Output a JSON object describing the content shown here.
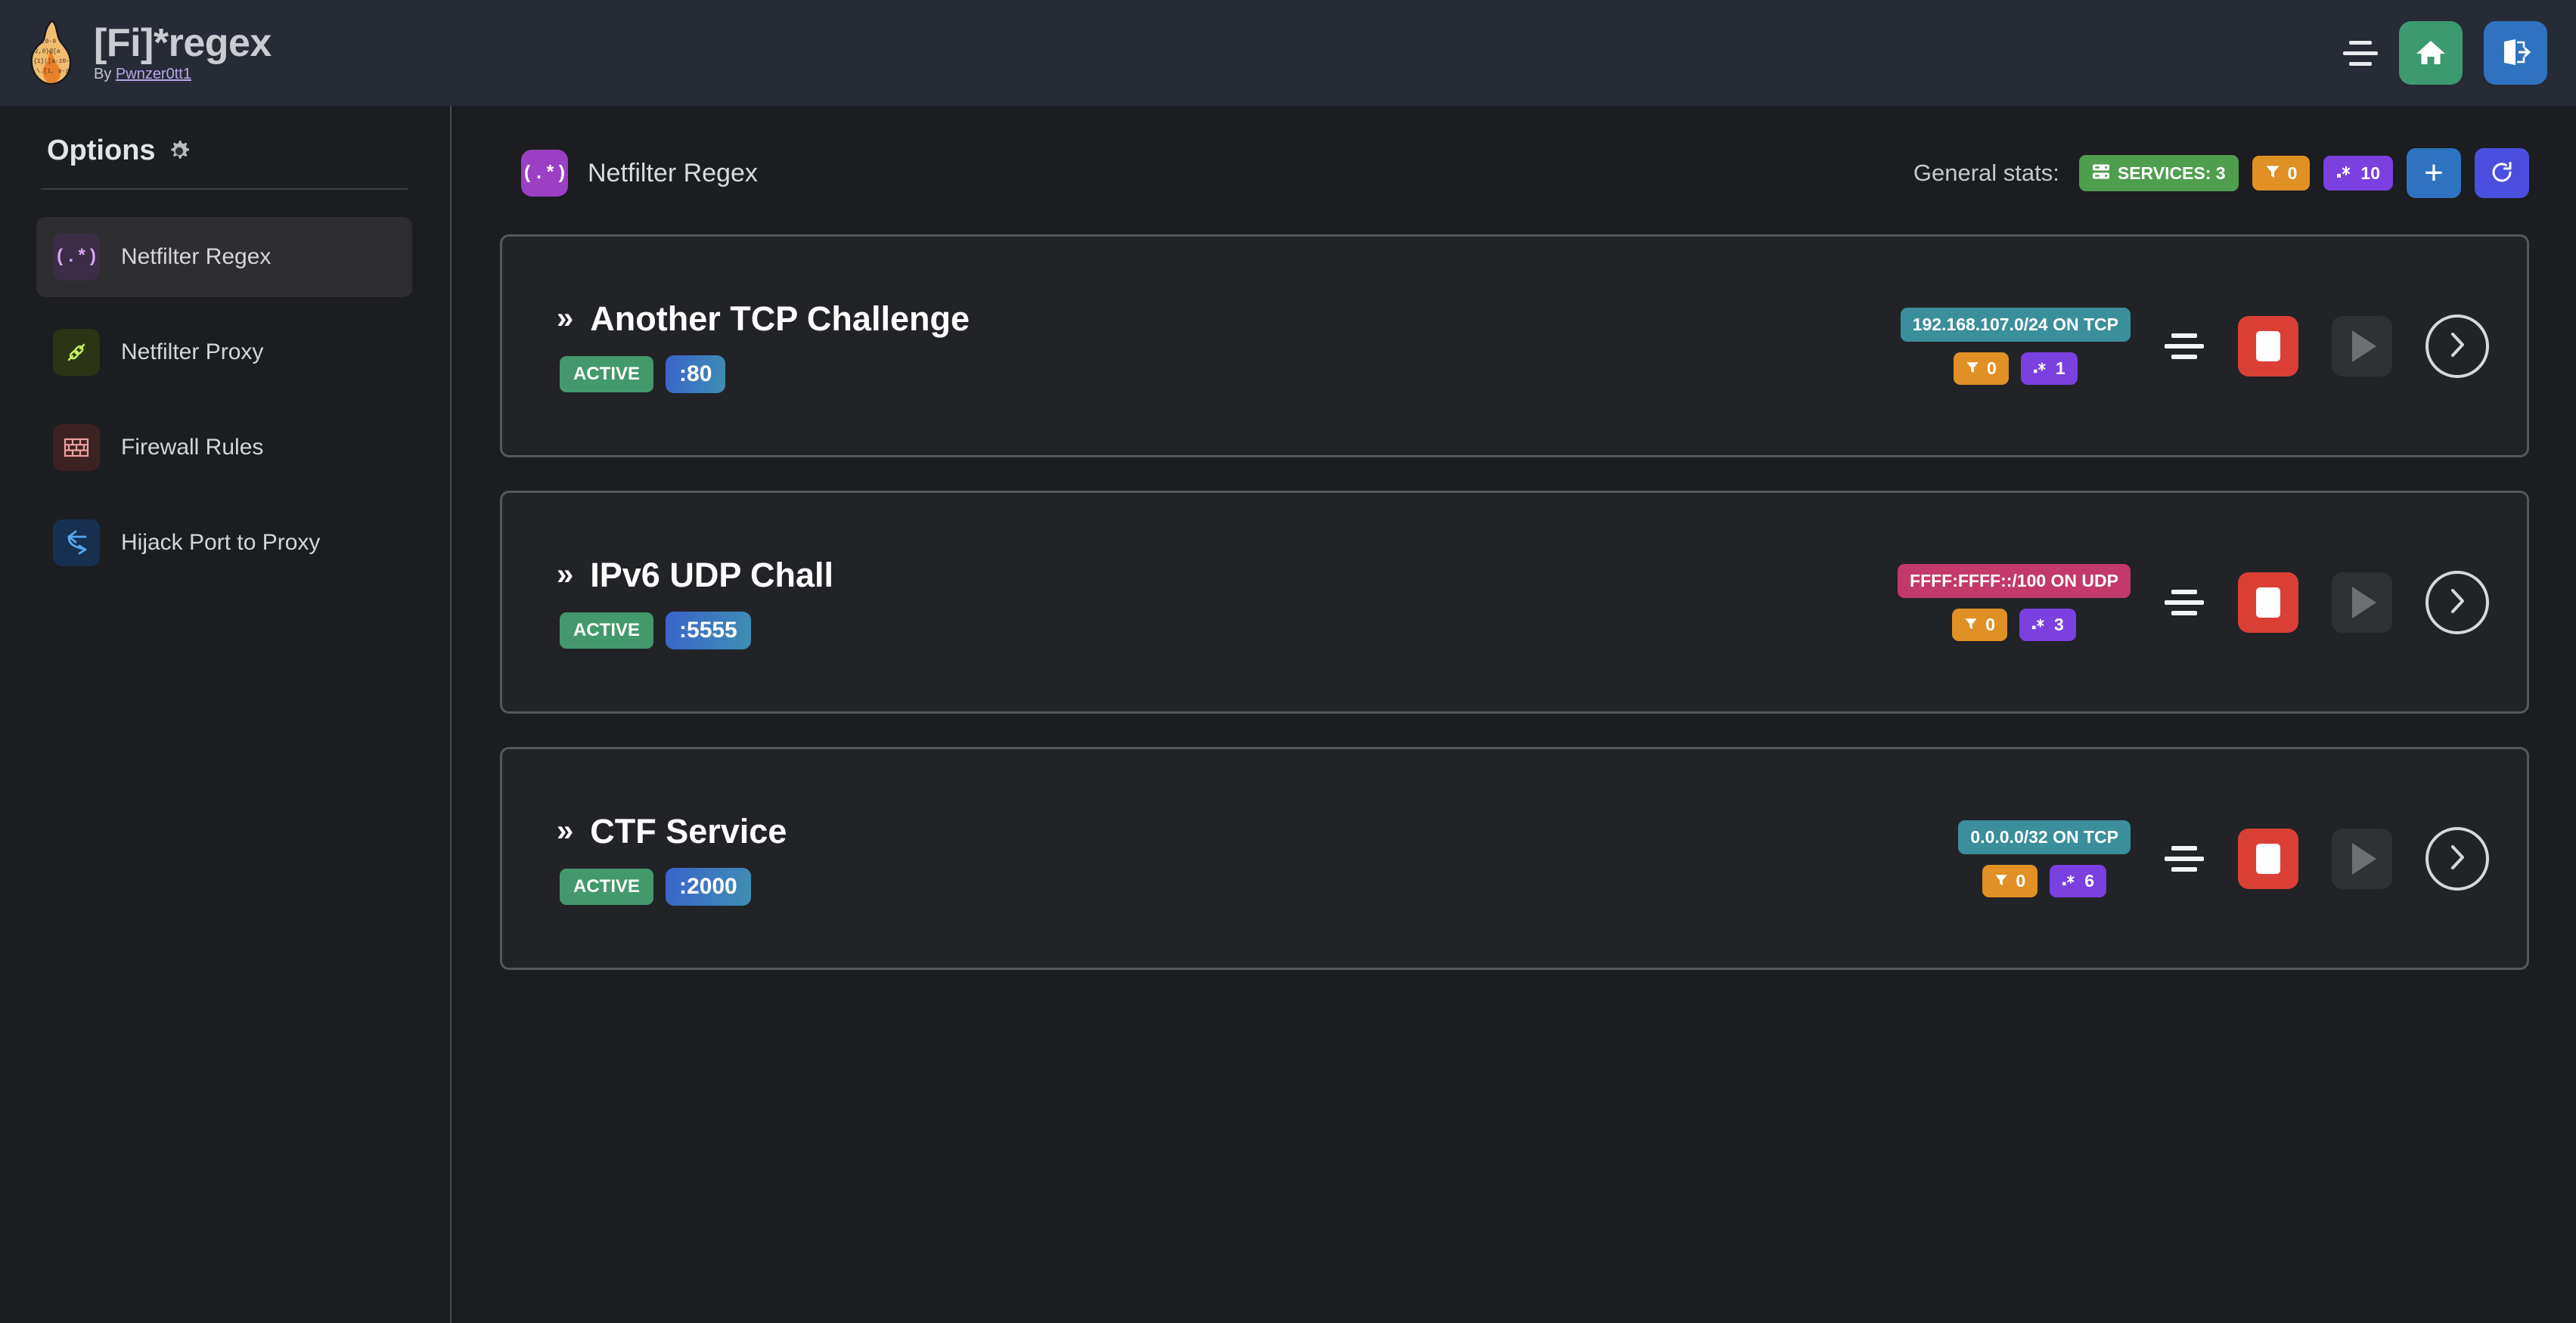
{
  "header": {
    "logo_icon": "flame-logo",
    "title": "[Fi]*regex",
    "by_prefix": "By ",
    "author": "Pwnzer0tt1",
    "menu_icon": "menu-icon",
    "home_icon": "home-icon",
    "logout_icon": "logout-icon"
  },
  "sidebar": {
    "heading": "Options",
    "gear_icon": "gear-icon",
    "items": [
      {
        "label": "Netfilter Regex",
        "icon": "regex-icon",
        "glyph": "(.*)",
        "active": true
      },
      {
        "label": "Netfilter Proxy",
        "icon": "plug-icon",
        "glyph": "",
        "active": false
      },
      {
        "label": "Firewall Rules",
        "icon": "brick-wall-icon",
        "glyph": "",
        "active": false
      },
      {
        "label": "Hijack Port to Proxy",
        "icon": "branch-icon",
        "glyph": "",
        "active": false
      }
    ]
  },
  "main": {
    "page_icon_glyph": "(.*)",
    "page_title": "Netfilter Regex",
    "stats_label": "General stats:",
    "stats": {
      "services_icon": "server-icon",
      "services_label": "SERVICES: 3",
      "filter_icon": "filter-icon",
      "filter_count": "0",
      "regex_icon": "regex-dot-star-icon",
      "regex_count": "10"
    },
    "add_button": "+",
    "refresh_icon": "refresh-icon"
  },
  "services": [
    {
      "chevron": "»",
      "name": "Another TCP Challenge",
      "status": "ACTIVE",
      "port": ":80",
      "network": "192.168.107.0/24 ON TCP",
      "network_kind": "tcp",
      "filter_count": "0",
      "regex_count": "1",
      "menu_icon": "equalizer-icon",
      "stop_icon": "stop-icon",
      "play_icon": "play-icon",
      "goto_icon": "chevron-right-icon"
    },
    {
      "chevron": "»",
      "name": "IPv6 UDP Chall",
      "status": "ACTIVE",
      "port": ":5555",
      "network": "FFFF:FFFF::/100 ON UDP",
      "network_kind": "udp",
      "filter_count": "0",
      "regex_count": "3",
      "menu_icon": "equalizer-icon",
      "stop_icon": "stop-icon",
      "play_icon": "play-icon",
      "goto_icon": "chevron-right-icon"
    },
    {
      "chevron": "»",
      "name": "CTF Service",
      "status": "ACTIVE",
      "port": ":2000",
      "network": "0.0.0.0/32 ON TCP",
      "network_kind": "tcp",
      "filter_count": "0",
      "regex_count": "6",
      "menu_icon": "equalizer-icon",
      "stop_icon": "stop-icon",
      "play_icon": "play-icon",
      "goto_icon": "chevron-right-icon"
    }
  ],
  "colors": {
    "bg": "#1b1d21",
    "topbar": "#272b36",
    "card_bg": "#212327",
    "card_border": "#56585c",
    "green": "#43996c",
    "blue": "#2f73c0",
    "purple": "#7a40e0",
    "orange": "#e09024",
    "teal": "#3b8e9b",
    "crimson": "#c2396a",
    "red": "#da3f35",
    "indigo": "#4b4fe0",
    "accent_regex": "#9b3fc4"
  }
}
